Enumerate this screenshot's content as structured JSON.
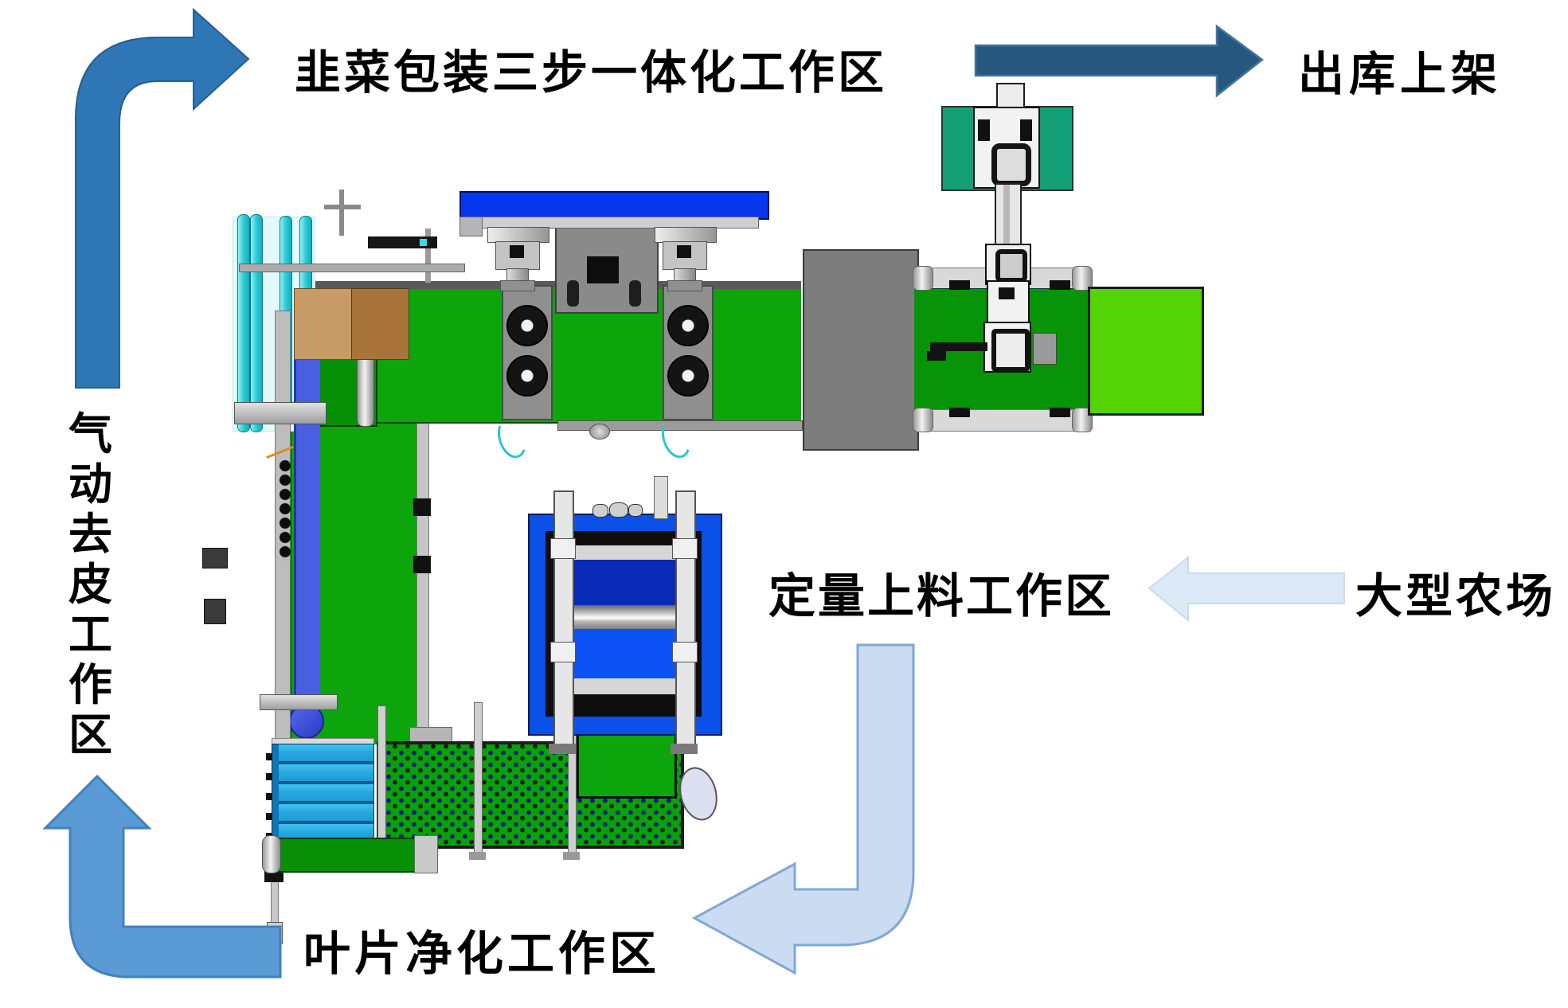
{
  "labels": {
    "packaging_zone": "韭菜包装三步一体化工作区",
    "outbound": "出库上架",
    "pneumatic_peeling_zone": "气动去皮工作区",
    "feeding_zone": "定量上料工作区",
    "farm": "大型农场",
    "leaf_cleaning_zone": "叶片净化工作区"
  },
  "process_flow": [
    "大型农场",
    "定量上料工作区",
    "叶片净化工作区",
    "气动去皮工作区",
    "韭菜包装三步一体化工作区",
    "出库上架"
  ],
  "arrows": [
    {
      "name": "farm-to-feeding",
      "direction": "left",
      "color": "#DCE9F6"
    },
    {
      "name": "feeding-to-leaf-cleaning",
      "direction": "curved-down-left",
      "color": "#CBDCF2"
    },
    {
      "name": "leaf-cleaning-to-peeling",
      "direction": "curved-left-up",
      "color": "#5B9BD5"
    },
    {
      "name": "peeling-to-packaging",
      "direction": "curved-up-right",
      "color": "#2F76B5"
    },
    {
      "name": "packaging-to-outbound",
      "direction": "right",
      "color": "#26577E"
    }
  ],
  "machine_palette": {
    "belt_green": "#0CA50C",
    "outfeed_green": "#089408",
    "product_box_green": "#55D405",
    "robot_pad_green": "#14A077",
    "machine_frame_blue": "#0B50E8",
    "table_blue": "#0636EE",
    "tube_cyan": "#2FC9D6",
    "stack_cyan": "#2FB3EA",
    "carton_brown": "#A9743A",
    "cabinet_gray": "#7D7D7D"
  }
}
